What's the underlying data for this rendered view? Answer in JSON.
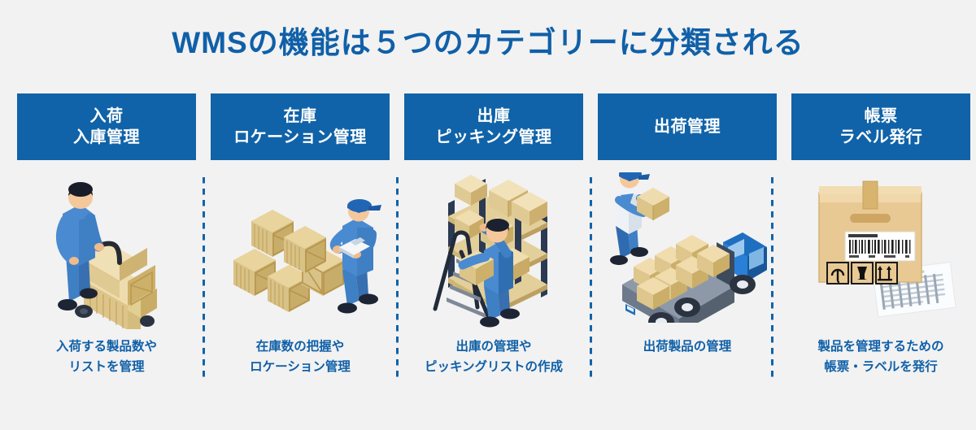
{
  "title": "WMSの機能は５つのカテゴリーに分類される",
  "theme": {
    "background": "#f2f2f2",
    "brand_blue": "#1063a8",
    "title_blue": "#1060a8",
    "header_text": "#ffffff",
    "box_tan": "#ecd9a6",
    "crate_tan": "#e2cf93",
    "uniform_blue": "#3f7fc4",
    "dark_navy": "#2b3a52"
  },
  "columns": [
    {
      "id": "inbound",
      "header_line1": "入荷",
      "header_line2": "入庫管理",
      "caption_line1": "入荷する製品数や",
      "caption_line2": "リストを管理",
      "illustration": "worker-handtruck-icon"
    },
    {
      "id": "inventory",
      "header_line1": "在庫",
      "header_line2": "ロケーション管理",
      "caption_line1": "在庫数の把握や",
      "caption_line2": "ロケーション管理",
      "illustration": "crates-clipboard-worker-icon"
    },
    {
      "id": "outbound-picking",
      "header_line1": "出庫",
      "header_line2": "ピッキング管理",
      "caption_line1": "出庫の管理や",
      "caption_line2": "ピッキングリストの作成",
      "illustration": "shelf-ladder-worker-icon"
    },
    {
      "id": "shipping",
      "header_line1": "出荷管理",
      "header_line2": "",
      "caption_line1": "出荷製品の管理",
      "caption_line2": "",
      "illustration": "truck-loading-icon"
    },
    {
      "id": "labels",
      "header_line1": "帳票",
      "header_line2": "ラベル発行",
      "caption_line1": "製品を管理するための",
      "caption_line2": "帳票・ラベルを発行",
      "illustration": "barcode-box-document-icon"
    }
  ]
}
